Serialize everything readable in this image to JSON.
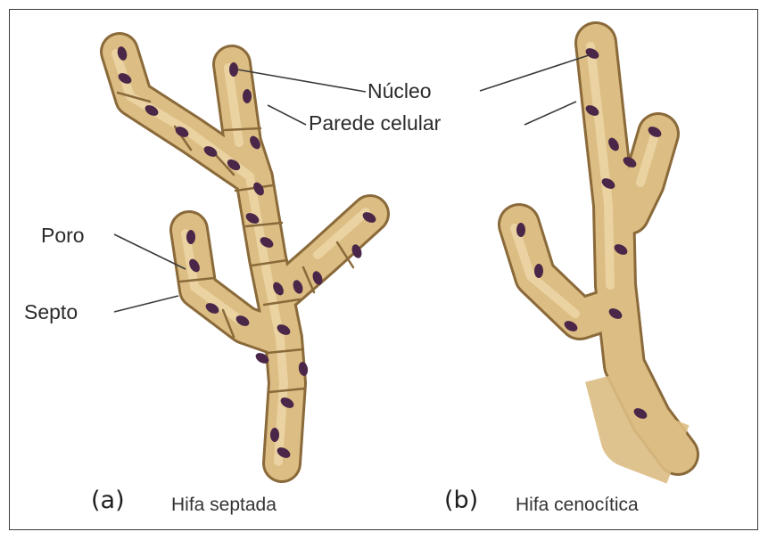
{
  "labels": {
    "nucleo": "Núcleo",
    "parede_celular": "Parede celular",
    "poro": "Poro",
    "septo": "Septo"
  },
  "panels": [
    {
      "letter": "(a)",
      "caption": "Hifa septada"
    },
    {
      "letter": "(b)",
      "caption": "Hifa cenocítica"
    }
  ],
  "colors": {
    "hypha_fill": "#d8b87e",
    "hypha_edge": "#8a6a3a",
    "nucleus": "#4a2648",
    "leader_line": "#3a3a3a"
  }
}
